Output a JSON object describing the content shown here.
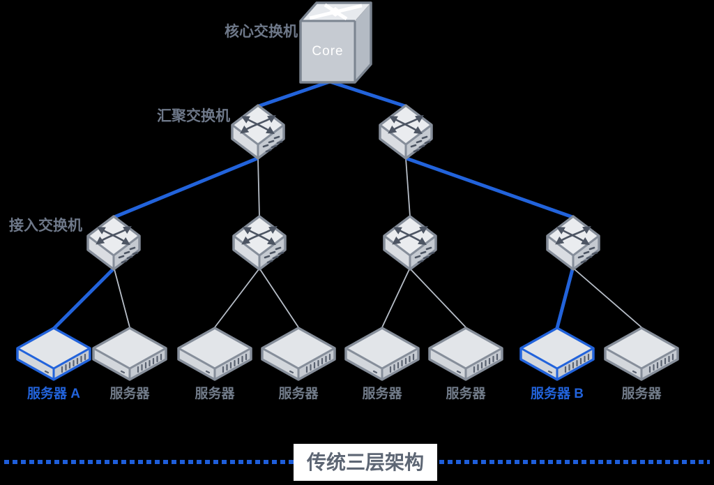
{
  "diagram": {
    "type": "network-topology",
    "title": "传统三层架构",
    "tiers": [
      {
        "id": "core",
        "label": "核心交换机"
      },
      {
        "id": "aggregation",
        "label": "汇聚交换机"
      },
      {
        "id": "access",
        "label": "接入交换机"
      }
    ],
    "core": {
      "label": "Core"
    },
    "aggregation_switch_count": 2,
    "access_switch_count": 4,
    "servers": [
      {
        "label": "服务器 A",
        "highlighted": true
      },
      {
        "label": "服务器",
        "highlighted": false
      },
      {
        "label": "服务器",
        "highlighted": false
      },
      {
        "label": "服务器",
        "highlighted": false
      },
      {
        "label": "服务器",
        "highlighted": false
      },
      {
        "label": "服务器",
        "highlighted": false
      },
      {
        "label": "服务器 B",
        "highlighted": true
      },
      {
        "label": "服务器",
        "highlighted": false
      }
    ],
    "highlighted_path": "服务器 A → 接入交换机 → 汇聚交换机 → Core → 汇聚交换机 → 接入交换机 → 服务器 B",
    "colors": {
      "highlight_blue": "#2263DB",
      "separator_blue": "#1E5EDA",
      "link_gray": "#B7BEC8",
      "node_border_gray": "#868E9A",
      "tier_label_gray": "#6E7889",
      "server_label_gray": "#727C8A",
      "title_text": "#5D6674",
      "background": "#000000"
    }
  }
}
